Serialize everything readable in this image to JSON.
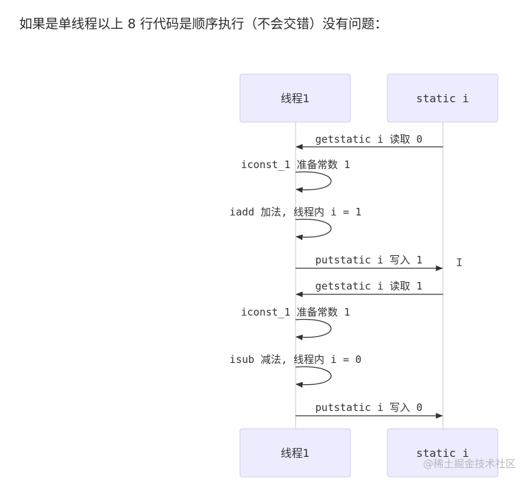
{
  "intro_text": "如果是单线程以上 8 行代码是顺序执行（不会交错）没有问题：",
  "participants": {
    "thread": "线程1",
    "static": "static i"
  },
  "messages": [
    "getstatic i 读取 0",
    "iconst_1 准备常数 1",
    "iadd 加法, 线程内 i = 1",
    "putstatic i 写入 1",
    "getstatic i 读取 1",
    "iconst_1 准备常数 1",
    "isub 减法, 线程内 i = 0",
    "putstatic i 写入 0"
  ],
  "watermark": "@稀土掘金技术社区",
  "colors": {
    "box_fill": "#ececff",
    "box_stroke": "#cccdf2",
    "lifeline": "#c8c8c8",
    "arrow": "#333333"
  }
}
